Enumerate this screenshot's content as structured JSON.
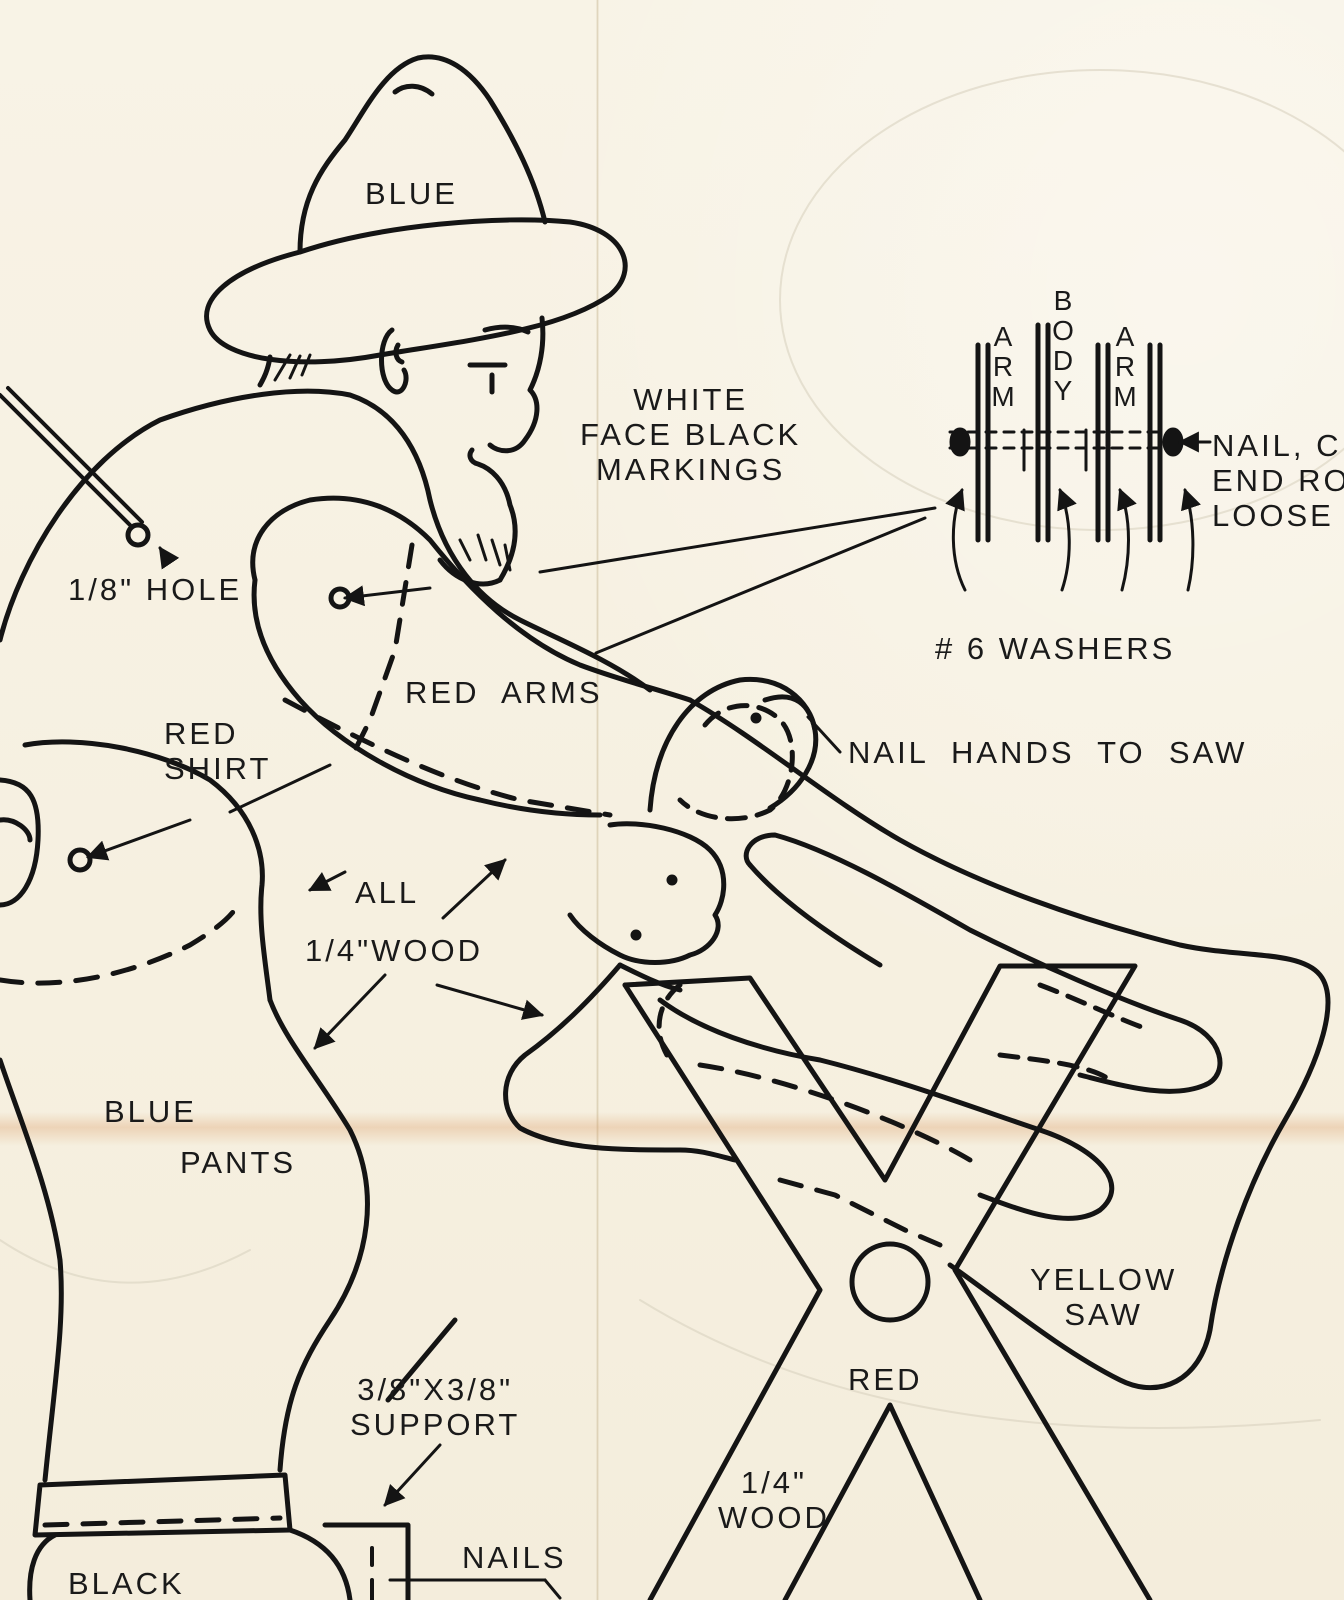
{
  "diagram": {
    "labels": {
      "hat": "BLUE",
      "face": "WHITE\nFACE BLACK\nMARKINGS",
      "hole": "1/8\" HOLE",
      "arms": "RED  ARMS",
      "shirt": "RED\nSHIRT",
      "all": "ALL",
      "wood_quarter": "1/4\"WOOD",
      "pants_line1": "BLUE",
      "pants_line2": "PANTS",
      "nail_hands": "NAIL  HANDS  TO  SAW",
      "washers": "# 6 WASHERS",
      "stack_arm_left": "ARM",
      "stack_body": "BODY",
      "stack_arm_right": "ARM",
      "nail_note": "NAIL, C\nEND RO\nLOOSE",
      "saw": "YELLOW\nSAW",
      "sawhorse": "RED",
      "sawhorse_wood": "1/4\"\nWOOD",
      "support": "3/8\"X3/8\"\nSUPPORT",
      "nails": "NAILS",
      "base": "BLACK"
    },
    "colors": {
      "ink": "#141414",
      "paper": "#f7f2e4",
      "stain": "#d99a5e"
    }
  }
}
